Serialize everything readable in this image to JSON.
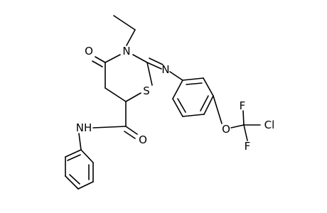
{
  "molecule": {
    "atoms": {
      "o_carbonyl_ring": "O",
      "n_ring": "N",
      "n_imine": "N",
      "s_ring": "S",
      "o_amide": "O",
      "nh_amide": "NH",
      "o_ether": "O",
      "f_top": "F",
      "cl": "Cl",
      "f_bottom": "F"
    }
  }
}
